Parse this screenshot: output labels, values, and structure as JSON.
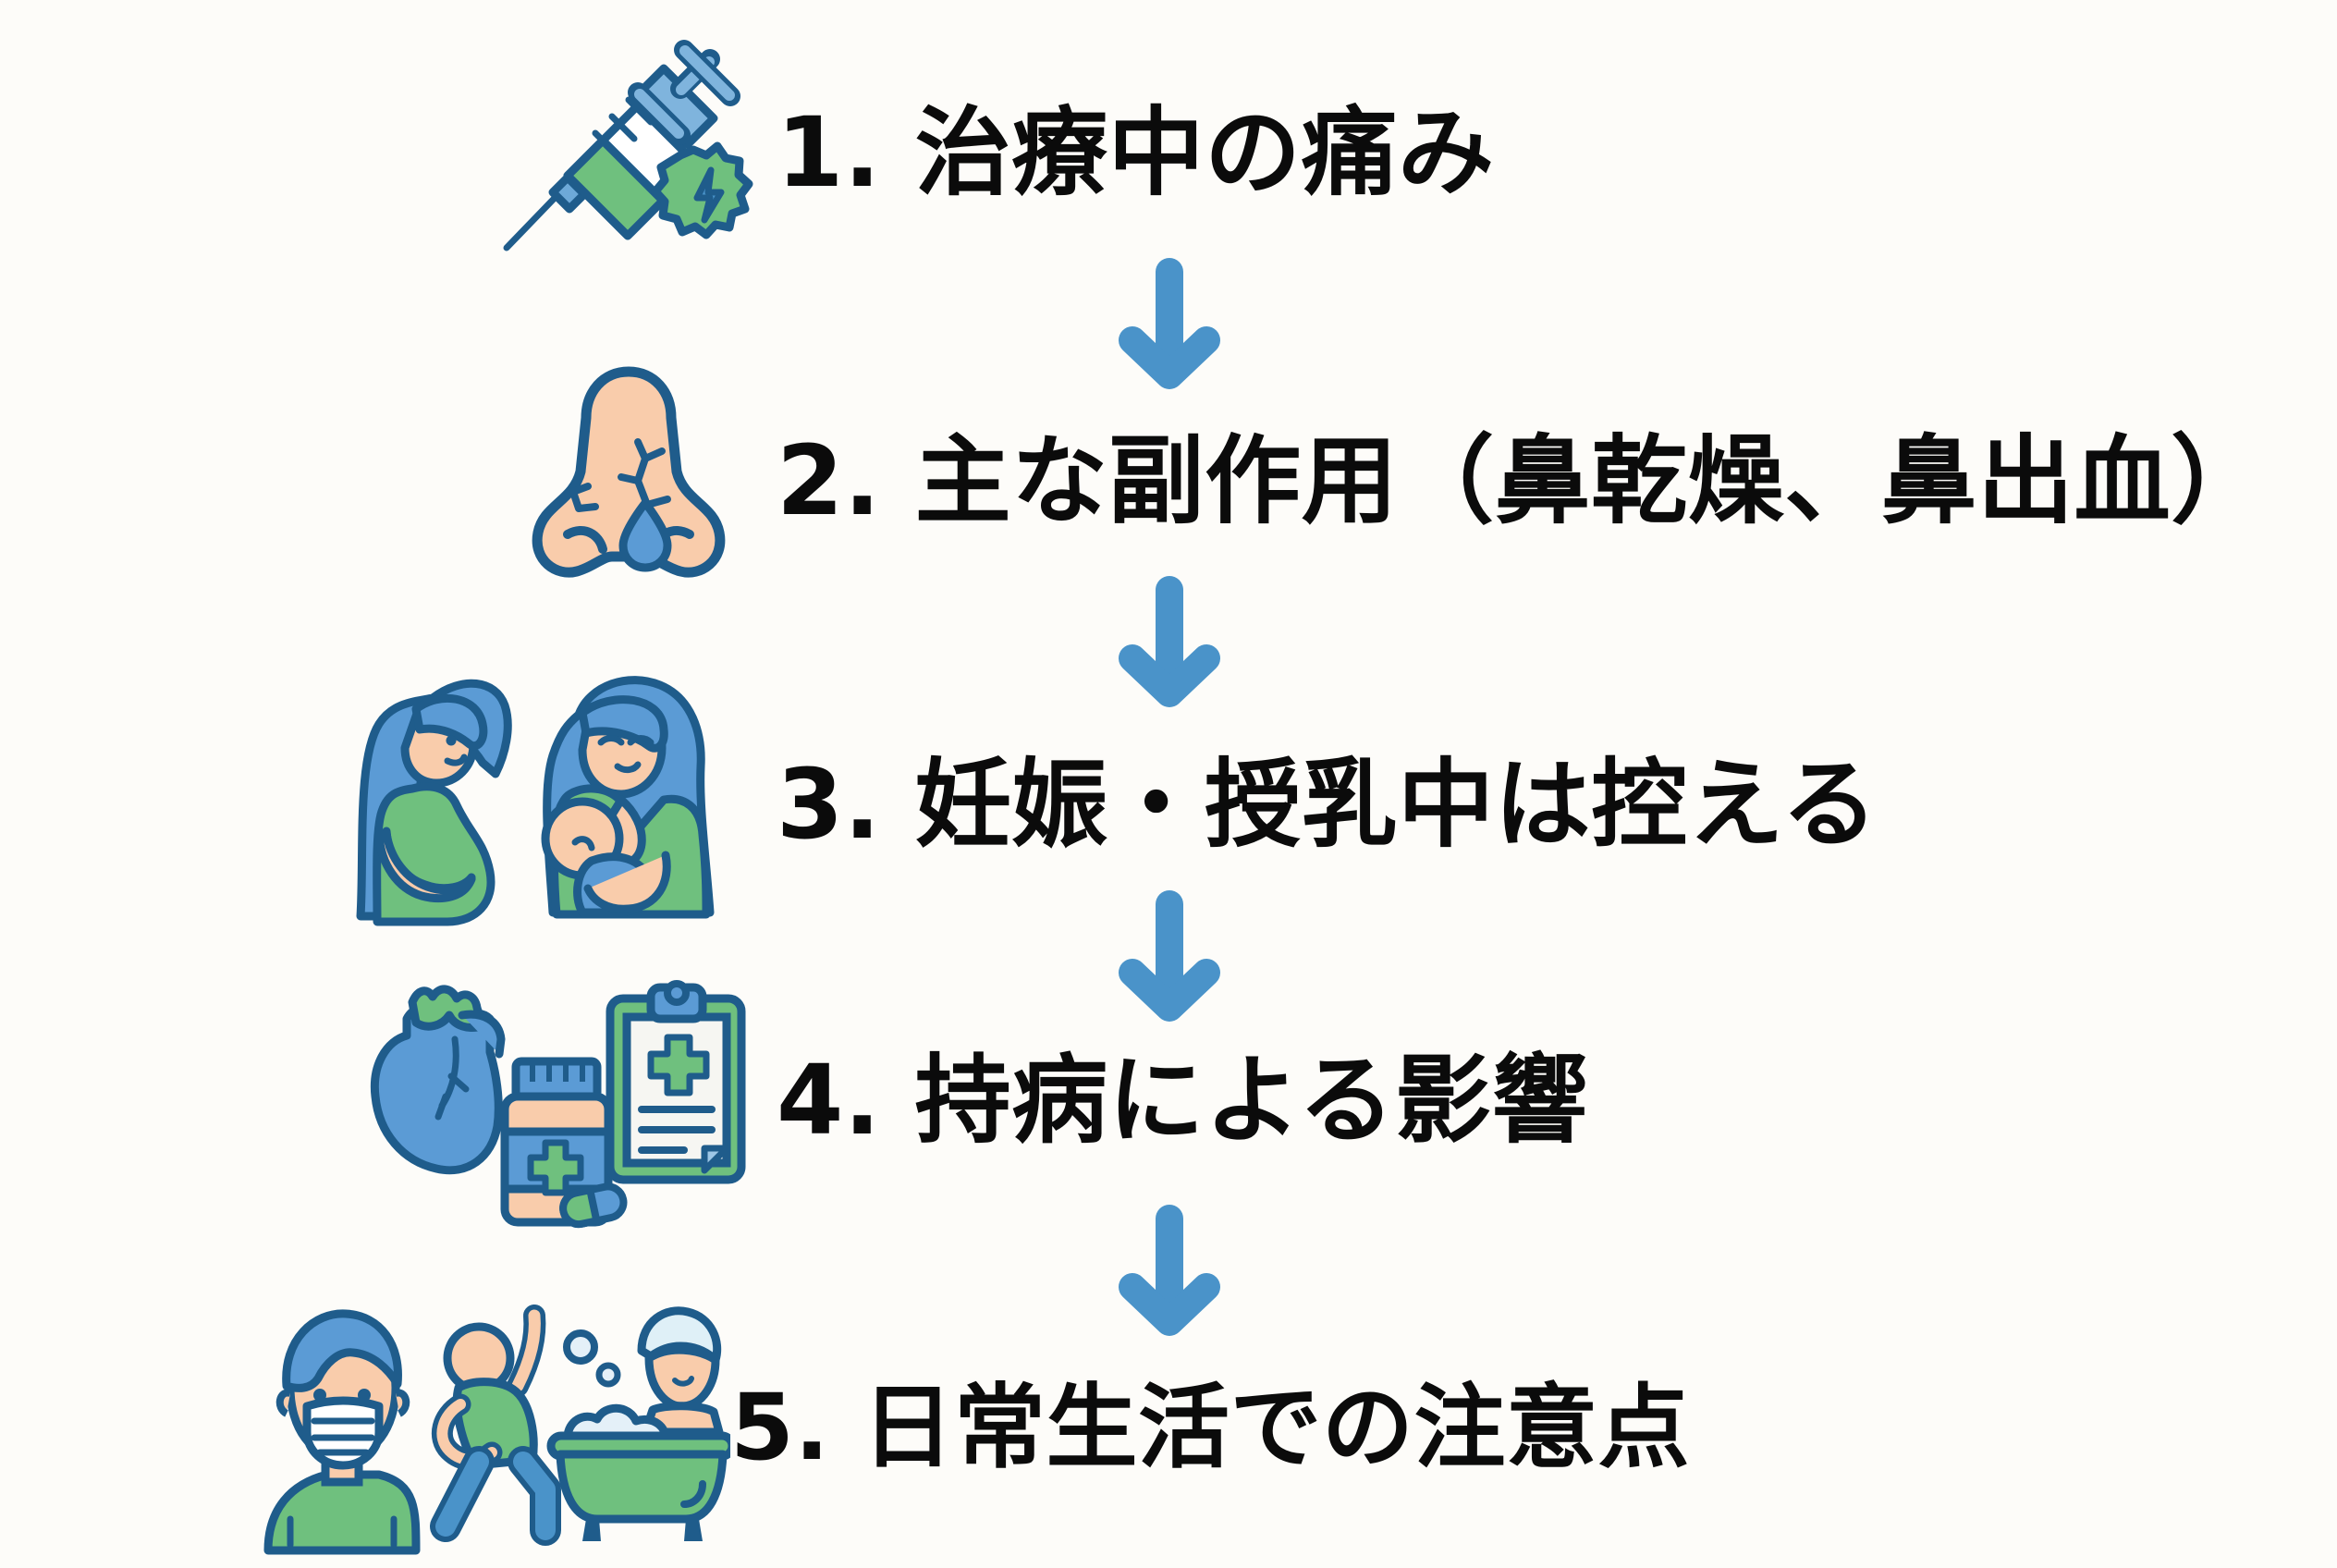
{
  "page": {
    "type": "infographic-flow",
    "title_present": false,
    "background_color": "#fdfcf9",
    "text_color": "#0b0b0b",
    "accent_blue": "#4a93c9",
    "outline_blue": "#1f5c8b",
    "accent_green": "#6fc07e",
    "skin_tone": "#f9ccab",
    "hair_blue": "#5b9bd5",
    "direction": "top-to-bottom"
  },
  "steps": [
    {
      "number": "1.",
      "label": "1. 治療中の痛み",
      "text": "治療中の痛み",
      "icon_names": [
        "syringe-icon",
        "lightning-badge-icon"
      ]
    },
    {
      "number": "2.",
      "label": "2. 主な副作用（鼻乾燥、鼻出血）",
      "text": "主な副作用（鼻乾燥、鼻出血）",
      "icon_names": [
        "nose-icon",
        "water-droplet-icon"
      ]
    },
    {
      "number": "3.",
      "label": "3. 妊娠・授乳中は控える",
      "text": "妊娠・授乳中は控える",
      "icon_names": [
        "pregnant-woman-icon",
        "breastfeeding-mother-icon"
      ]
    },
    {
      "number": "4.",
      "label": "4. 持病による影響",
      "text": "持病による影響",
      "icon_names": [
        "anatomical-heart-icon",
        "pill-bottle-icon",
        "capsule-pill-icon",
        "medical-clipboard-icon"
      ]
    },
    {
      "number": "5.",
      "label": "5. 日常生活での注意点",
      "text": "日常生活での注意点",
      "icon_names": [
        "masked-person-icon",
        "stretching-person-icon",
        "bathtub-person-icon"
      ]
    }
  ],
  "connectors": [
    {
      "name": "arrow-1-to-2",
      "direction": "down"
    },
    {
      "name": "arrow-2-to-3",
      "direction": "down"
    },
    {
      "name": "arrow-3-to-4",
      "direction": "down"
    },
    {
      "name": "arrow-4-to-5",
      "direction": "down"
    }
  ]
}
